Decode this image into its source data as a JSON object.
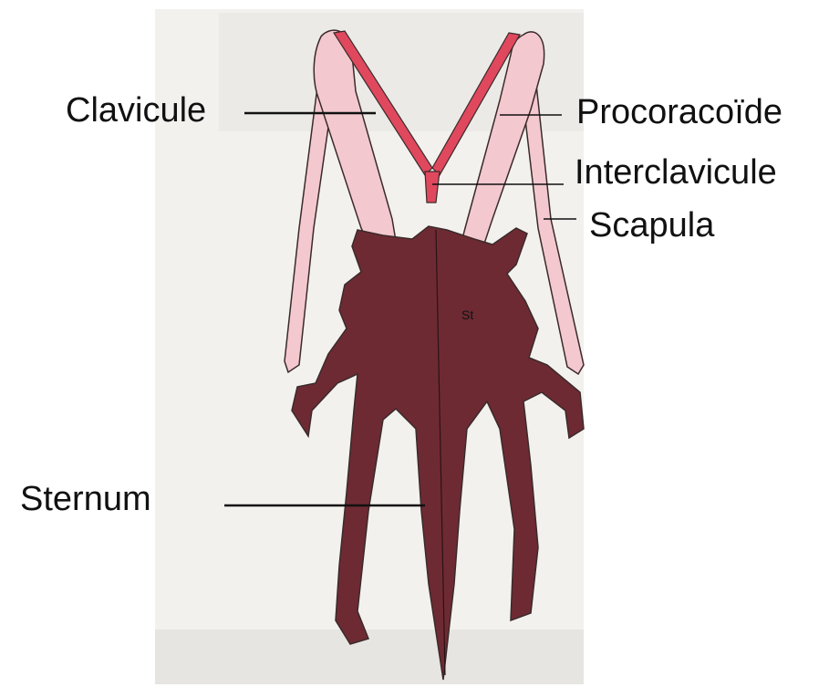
{
  "labels": {
    "clavicule": "Clavicule",
    "procoracoide": "Procoracoïde",
    "interclavicule": "Interclavicule",
    "scapula": "Scapula",
    "sternum": "Sternum",
    "st_abbrev": "St"
  },
  "colors": {
    "clavicle_red": "#e0485e",
    "pale_pink": "#f4c8cf",
    "sternum_maroon": "#6e2a33",
    "outline": "#3a2a2a",
    "paper_bg": "#f2f1ee",
    "leader_line": "#111111"
  }
}
